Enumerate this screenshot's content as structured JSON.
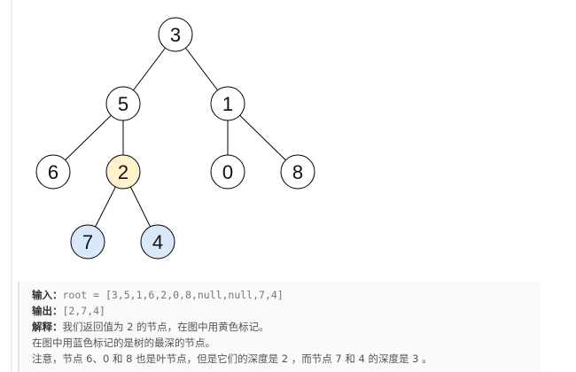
{
  "tree": {
    "nodes": [
      {
        "id": "n3",
        "label": "3",
        "color": "default"
      },
      {
        "id": "n5",
        "label": "5",
        "color": "default"
      },
      {
        "id": "n1",
        "label": "1",
        "color": "default"
      },
      {
        "id": "n6",
        "label": "6",
        "color": "default"
      },
      {
        "id": "n2",
        "label": "2",
        "color": "yellow"
      },
      {
        "id": "n0",
        "label": "0",
        "color": "default"
      },
      {
        "id": "n8",
        "label": "8",
        "color": "default"
      },
      {
        "id": "n7",
        "label": "7",
        "color": "blue"
      },
      {
        "id": "n4",
        "label": "4",
        "color": "blue"
      }
    ],
    "edges": [
      [
        "n3",
        "n5"
      ],
      [
        "n3",
        "n1"
      ],
      [
        "n5",
        "n6"
      ],
      [
        "n5",
        "n2"
      ],
      [
        "n1",
        "n0"
      ],
      [
        "n1",
        "n8"
      ],
      [
        "n2",
        "n7"
      ],
      [
        "n2",
        "n4"
      ]
    ],
    "colors": {
      "default": "#ffffff",
      "yellow": "#fff2cc",
      "blue": "#dae8fc",
      "stroke": "#000000"
    }
  },
  "example": {
    "input_label": "输入：",
    "input_value": "root = [3,5,1,6,2,0,8,null,null,7,4]",
    "output_label": "输出：",
    "output_value": "[2,7,4]",
    "explanation_label": "解释：",
    "explanation_text": "我们返回值为 2 的节点，在图中用黄色标记。",
    "line2": "在图中用蓝色标记的是树的最深的节点。",
    "line3": "注意，节点 6、0 和 8 也是叶节点，但是它们的深度是 2 ，而节点 7 和 4 的深度是 3 。"
  }
}
